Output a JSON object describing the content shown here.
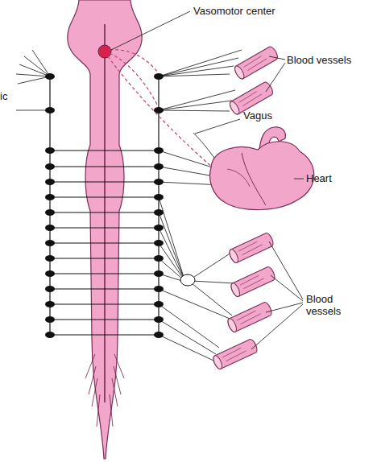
{
  "diagram": {
    "labels": [
      "Vasomotor center",
      "Blood vessels",
      "ic",
      "Vagus",
      "Heart",
      "Blood vessels"
    ]
  }
}
